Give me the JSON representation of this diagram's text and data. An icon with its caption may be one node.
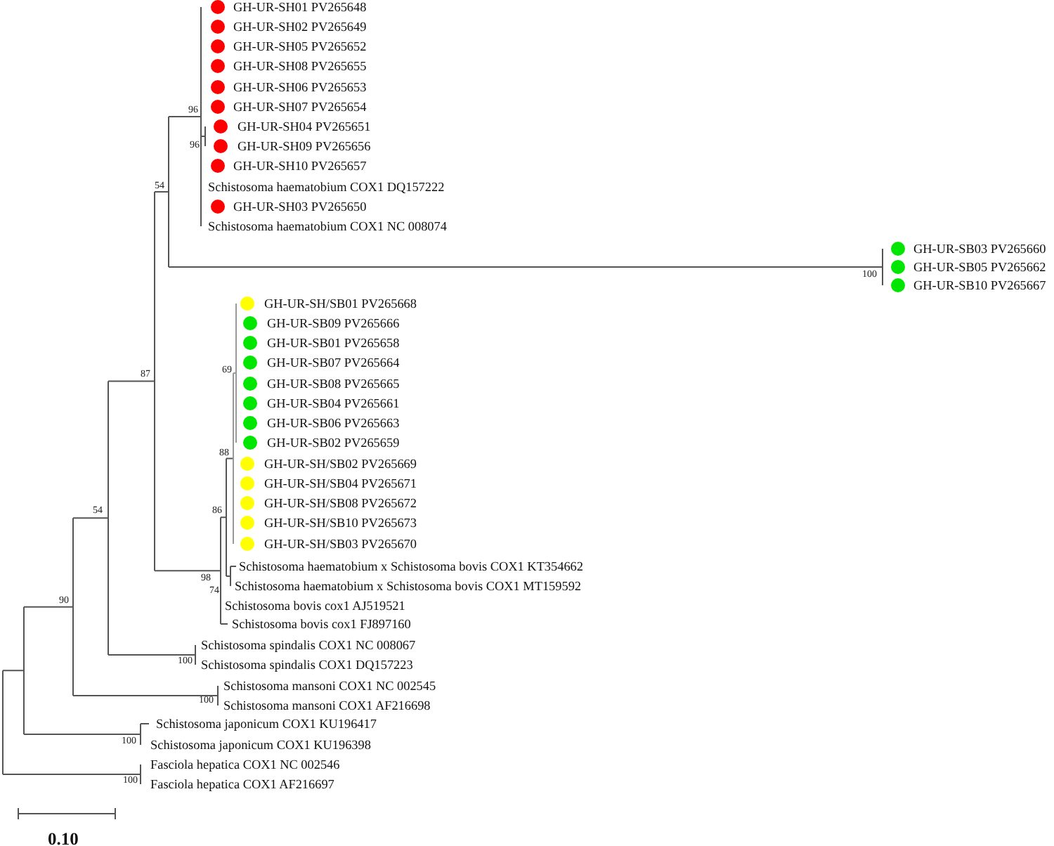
{
  "diagram": {
    "labels": [
      "GH-UR-SH01 PV265648",
      "GH-UR-SH02 PV265649",
      "GH-UR-SH05 PV265652",
      "GH-UR-SH08 PV265655",
      "GH-UR-SH06 PV265653",
      "GH-UR-SH07 PV265654",
      "96",
      "GH-UR-SH04 PV265651",
      "96",
      "GH-UR-SH09 PV265656",
      "GH-UR-SH10 PV265657",
      "54",
      "Schistosoma haematobium COX1 DQ157222",
      "GH-UR-SH03 PV265650",
      "Schistosoma haematobium COX1 NC 008074",
      "GH-UR-SB03 PV265660",
      "GH-UR-SB05 PV265662",
      "100",
      "GH-UR-SB10 PV265667",
      "GH-UR-SH/SB01 PV265668",
      "GH-UR-SB09 PV265666",
      "GH-UR-SB01 PV265658",
      "GH-UR-SB07 PV265664",
      "87",
      "69",
      "GH-UR-SB08 PV265665",
      "GH-UR-SB04 PV265661",
      "GH-UR-SB06 PV265663",
      "GH-UR-SB02 PV265659",
      "88",
      "GH-UR-SH/SB02 PV265669",
      "GH-UR-SH/SB04 PV265671",
      "GH-UR-SH/SB08 PV265672",
      "54",
      "86",
      "GH-UR-SH/SB10 PV265673",
      "GH-UR-SH/SB03 PV265670",
      "Schistosoma haematobium x Schistosoma bovis COX1 KT354662",
      "98",
      "74",
      "Schistosoma haematobium x Schistosoma bovis COX1 MT159592",
      "90",
      "Schistosoma bovis cox1 AJ519521",
      "Schistosoma bovis cox1 FJ897160",
      "Schistosoma spindalis COX1 NC 008067",
      "100",
      "Schistosoma spindalis COX1 DQ157223",
      "Schistosoma mansoni COX1 NC 002545",
      "100",
      "Schistosoma mansoni COX1 AF216698",
      "Schistosoma japonicum COX1 KU196417",
      "100",
      "Schistosoma japonicum COX1 KU196398",
      "Fasciola hepatica COX1 NC 002546",
      "100",
      "Fasciola hepatica COX1 AF216697",
      "0.10"
    ]
  }
}
